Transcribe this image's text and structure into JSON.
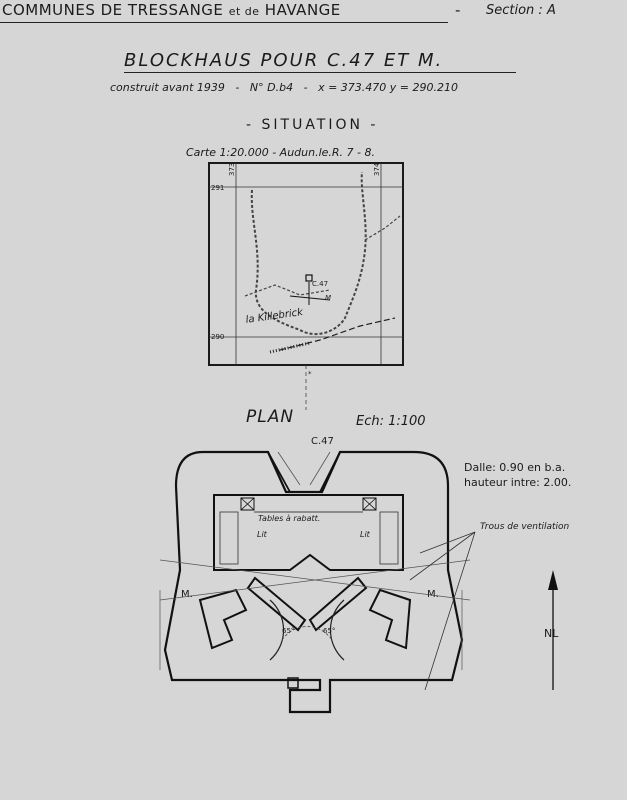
{
  "header": {
    "communes": "COMMUNES DE TRESSANGE",
    "etde": "et de",
    "havange": "HAVANGE",
    "dash": "-",
    "section": "Section : A"
  },
  "title": "BLOCKHAUS POUR C.47 ET M.",
  "subtitle": {
    "construit": "construit avant 1939",
    "numero": "N° D.b4",
    "coords": "x = 373.470 y = 290.210",
    "sep": "-"
  },
  "situation": "- SITUATION -",
  "carte": "Carte 1:20.000 - Audun.le.R. 7 - 8.",
  "map": {
    "ticks": {
      "y_top": "291",
      "y_bottom": "290",
      "x_left": "373",
      "x_right": "374"
    },
    "c47": "C.47",
    "m": "M",
    "place": "la Killebrick"
  },
  "plan": {
    "title": "PLAN",
    "scale": "Ech: 1:100",
    "c47": "C.47",
    "dalle": "Dalle: 0.90 en b.a.",
    "hauteur": "hauteur intre: 2.00.",
    "trous": "Trous de ventilation",
    "tables": "Tables à rabatt.",
    "lit_left": "Lit",
    "lit_right": "Lit",
    "m_left": "M.",
    "m_right": "M.",
    "angle_left": "65°",
    "angle_right": "65°",
    "north": "NL"
  }
}
